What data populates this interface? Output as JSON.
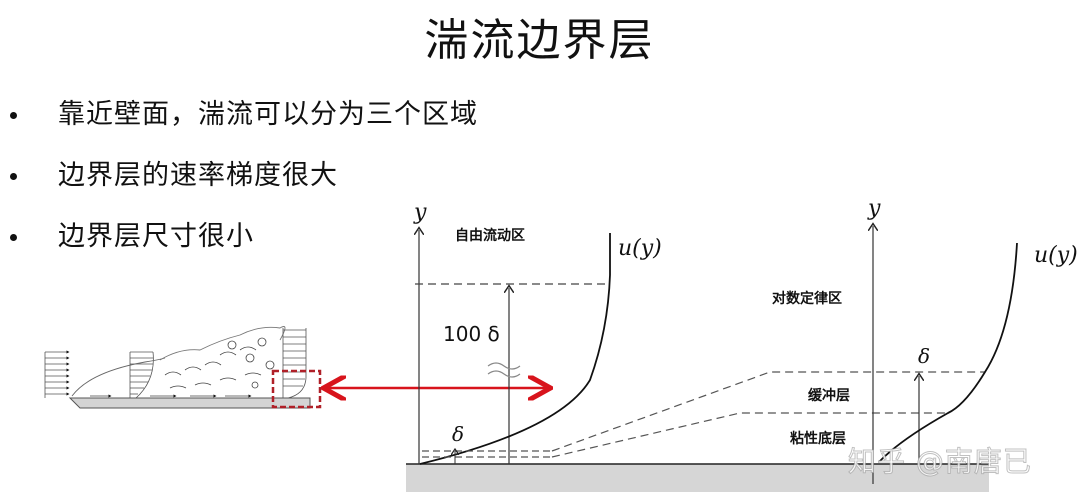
{
  "title": "湍流边界层",
  "bullets": [
    {
      "text": "靠近壁面，湍流可以分为三个区域"
    },
    {
      "text": "边界层的速率梯度很大"
    },
    {
      "text": "边界层尺寸很小"
    }
  ],
  "left_plot": {
    "y_axis_label": "y",
    "region_label": "自由流动区",
    "curve_label": "u(y)",
    "height_label": "100 δ",
    "delta_label": "δ"
  },
  "right_plot": {
    "y_axis_label": "y",
    "curve_label": "u(y)",
    "regions": [
      "对数定律区",
      "缓冲层",
      "粘性底层"
    ],
    "delta_label": "δ"
  },
  "colors": {
    "highlight": "#d8141c",
    "wall": "#d4d4d4",
    "dashed": "#555555"
  },
  "watermark": "知乎 @南唐已"
}
